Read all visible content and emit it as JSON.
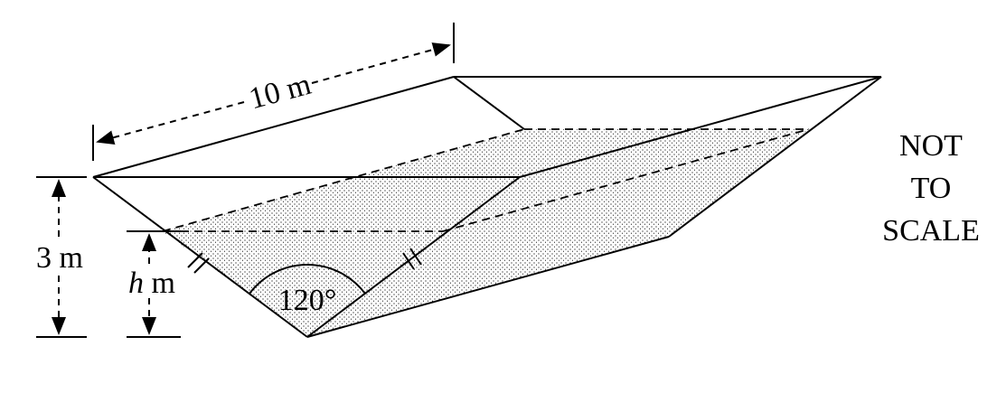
{
  "labels": {
    "length": "10 m",
    "depth": "3 m",
    "water_depth_var": "h",
    "water_depth_unit": "m",
    "angle": "120°"
  },
  "note": [
    "NOT",
    "TO",
    "SCALE"
  ]
}
